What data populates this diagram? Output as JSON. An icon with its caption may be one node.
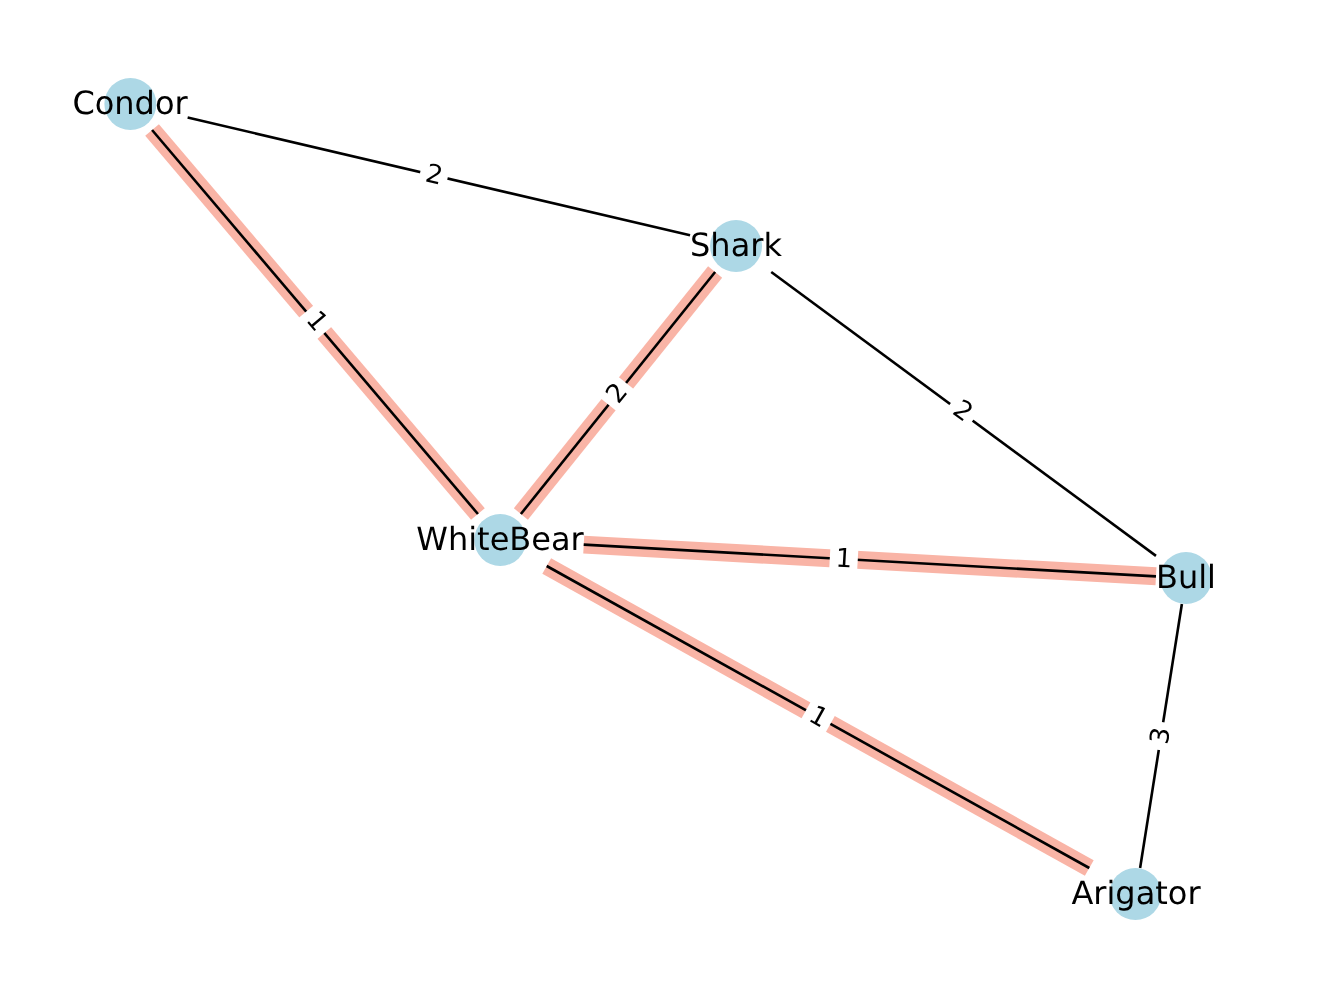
{
  "diagram": {
    "nodes": [
      {
        "text": [
          "Condor"
        ]
      },
      {
        "text": [
          "Shark"
        ]
      },
      {
        "text": [
          "WhiteBear"
        ]
      },
      {
        "text": [
          "Bull"
        ]
      },
      {
        "text": [
          "Arigator"
        ]
      }
    ],
    "edges": [
      {
        "from": 0,
        "to": 1,
        "arrow": "none",
        "label": "2",
        "color": "#000000"
      },
      {
        "from": 0,
        "to": 2,
        "arrow": "none",
        "label": "1"
      },
      {
        "from": 1,
        "to": 2,
        "arrow": "none",
        "label": "2"
      },
      {
        "from": 1,
        "to": 3,
        "arrow": "none",
        "label": "2",
        "color": "#000000"
      },
      {
        "from": 2,
        "to": 3,
        "arrow": "none",
        "label": "1"
      },
      {
        "from": 2,
        "to": 4,
        "arrow": "none",
        "label": "1"
      },
      {
        "from": 3,
        "to": 4,
        "arrow": "none",
        "label": "3",
        "color": "#000000"
      }
    ]
  }
}
